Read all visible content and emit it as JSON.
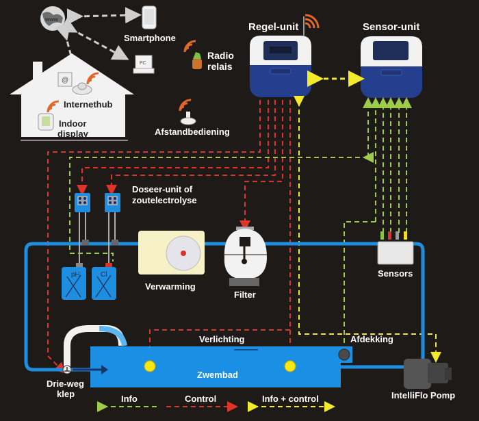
{
  "labels": {
    "smartphone": "Smartphone",
    "pc": "PC",
    "radio_relais_1": "Radio",
    "radio_relais_2": "relais",
    "internethub": "Internethub",
    "indoor_display_1": "Indoor",
    "indoor_display_2": "display",
    "afstandbediening": "Afstandbediening",
    "regel_unit": "Regel-unit",
    "sensor_unit": "Sensor-unit",
    "doseer_1": "Doseer-unit of",
    "doseer_2": "zoutelectrolyse",
    "ph": "pH",
    "cl": "Cl",
    "verwarming": "Verwarming",
    "filter": "Filter",
    "sensors": "Sensors",
    "verlichting": "Verlichting",
    "afdekking": "Afdekking",
    "zwembad": "Zwembad",
    "drie_weg_1": "Drie-weg",
    "drie_weg_2": "klep",
    "intelliflo": "IntelliFlo Pomp",
    "www": "www",
    "at": "@"
  },
  "legend": [
    {
      "label": "Info",
      "color": "#9ccc4a",
      "direction": "left"
    },
    {
      "label": "Control",
      "color": "#e0342a",
      "direction": "right"
    },
    {
      "label": "Info + control",
      "color": "#f2ea2a",
      "direction": "both"
    }
  ],
  "colors": {
    "background": "#1d1a18",
    "pipe": "#1e8fe0",
    "pool": "#1a8fe3",
    "control": "#e0342a",
    "info": "#9ccc4a",
    "info_control": "#f2ea2a",
    "wifi": "#e2672a",
    "unit_blue": "#243f8e",
    "unit_white": "#f2f2f2",
    "light": "#f5e813"
  },
  "sensor_probe_colors": [
    "#8bc43f",
    "#d9322a",
    "#9a9a9a",
    "#f0e020"
  ]
}
